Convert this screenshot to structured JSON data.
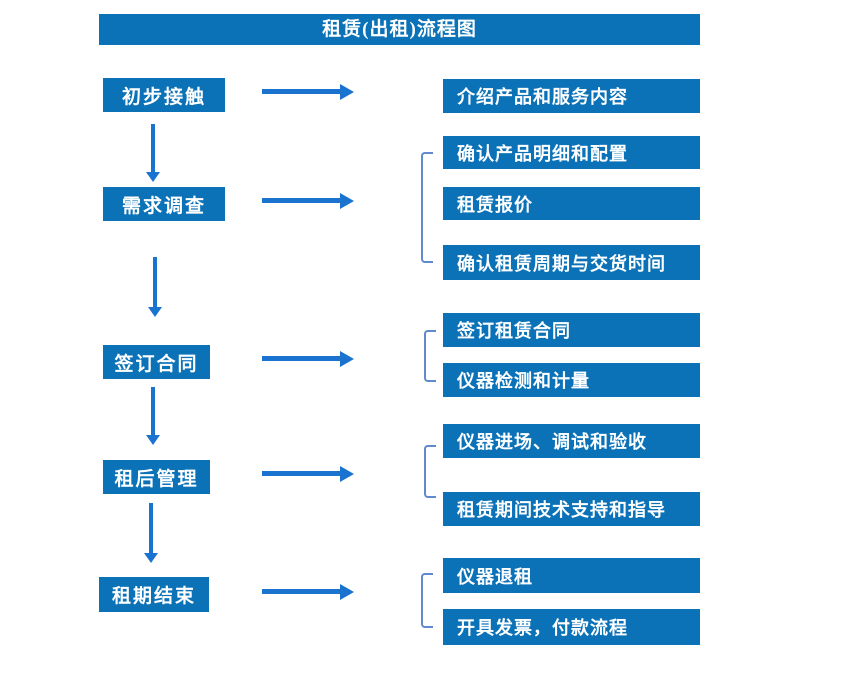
{
  "title": "租赁(出租)流程图",
  "flow": {
    "stages": [
      {
        "label": "初步接触",
        "details": [
          "介绍产品和服务内容"
        ]
      },
      {
        "label": "需求调查",
        "details": [
          "确认产品明细和配置",
          "租赁报价",
          "确认租赁周期与交货时间"
        ]
      },
      {
        "label": "签订合同",
        "details": [
          "签订租赁合同",
          "仪器检测和计量"
        ]
      },
      {
        "label": "租后管理",
        "details": [
          "仪器进场、调试和验收",
          "租赁期间技术支持和指导"
        ]
      },
      {
        "label": "租期结束",
        "details": [
          "仪器退租",
          "开具发票，付款流程"
        ]
      }
    ]
  },
  "colors": {
    "box_blue": "#0b72b8",
    "arrow_blue": "#1a73cf",
    "bracket_blue": "#6189cf",
    "text_white": "#ffffff"
  }
}
